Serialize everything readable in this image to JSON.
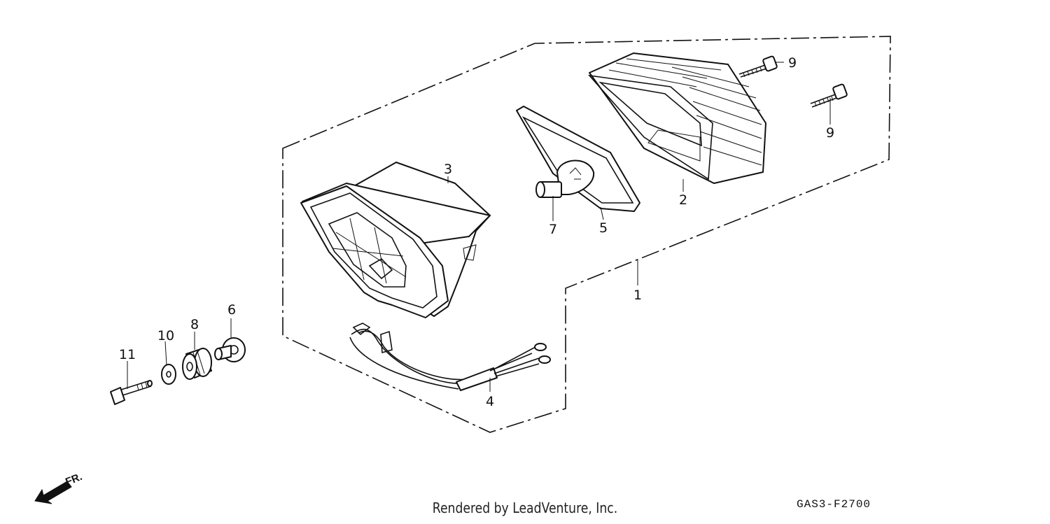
{
  "callouts": {
    "c1": "1",
    "c2": "2",
    "c3": "3",
    "c4": "4",
    "c5": "5",
    "c6": "6",
    "c7": "7",
    "c8": "8",
    "c9a": "9",
    "c9b": "9",
    "c10": "10",
    "c11": "11"
  },
  "front_marker": "FR.",
  "footer_credit": "Rendered by LeadVenture, Inc.",
  "diagram_code": "GAS3-F2700",
  "icons": {
    "front_direction": "arrow-left-down-icon"
  }
}
